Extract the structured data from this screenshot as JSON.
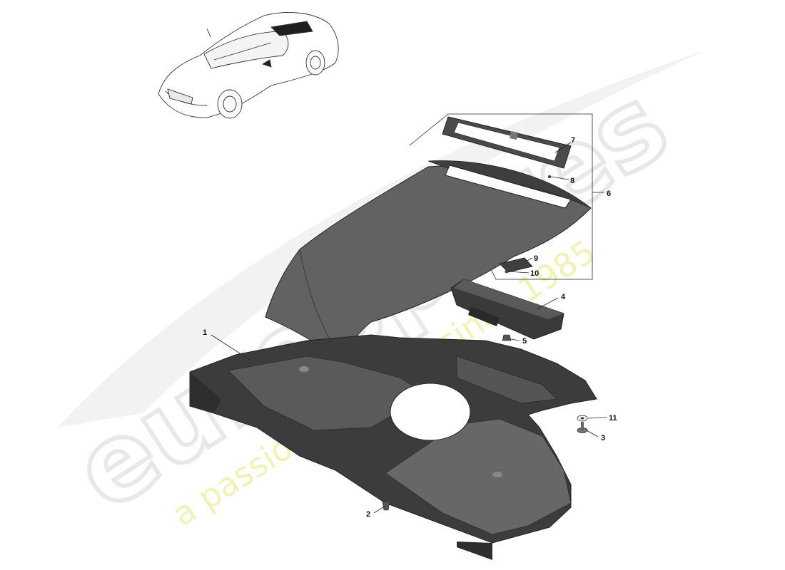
{
  "callouts": [
    {
      "id": "1",
      "label": "1"
    },
    {
      "id": "2",
      "label": "2"
    },
    {
      "id": "3",
      "label": "3"
    },
    {
      "id": "4",
      "label": "4"
    },
    {
      "id": "5",
      "label": "5"
    },
    {
      "id": "6",
      "label": "6"
    },
    {
      "id": "7",
      "label": "7"
    },
    {
      "id": "8",
      "label": "8"
    },
    {
      "id": "9",
      "label": "9"
    },
    {
      "id": "10",
      "label": "10"
    },
    {
      "id": "11",
      "label": "11"
    }
  ],
  "watermark": {
    "logo": "eurospares",
    "tagline": "a passion for parts since 1985"
  },
  "colors": {
    "part_dark": "#3d3d3d",
    "part_mid": "#555555",
    "part_light": "#6e6e6e",
    "line": "#222222",
    "watermark_grey": "#e4e4e4",
    "watermark_yellow": "#eef2a8"
  }
}
